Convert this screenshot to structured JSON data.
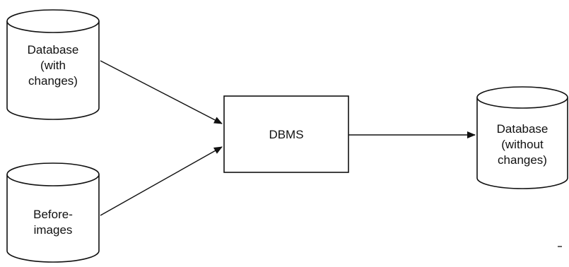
{
  "diagram": {
    "nodes": {
      "db_with_changes": {
        "lines": [
          "Database",
          "(with",
          "changes)"
        ]
      },
      "before_images": {
        "lines": [
          "Before-",
          "images"
        ]
      },
      "dbms": {
        "label": "DBMS"
      },
      "db_without_changes": {
        "lines": [
          "Database",
          "(without",
          "changes)"
        ]
      }
    },
    "edges": [
      {
        "from": "db_with_changes",
        "to": "dbms"
      },
      {
        "from": "before_images",
        "to": "dbms"
      },
      {
        "from": "dbms",
        "to": "db_without_changes"
      }
    ],
    "colors": {
      "stroke": "#111111",
      "text": "#111111",
      "background": "#ffffff"
    }
  }
}
